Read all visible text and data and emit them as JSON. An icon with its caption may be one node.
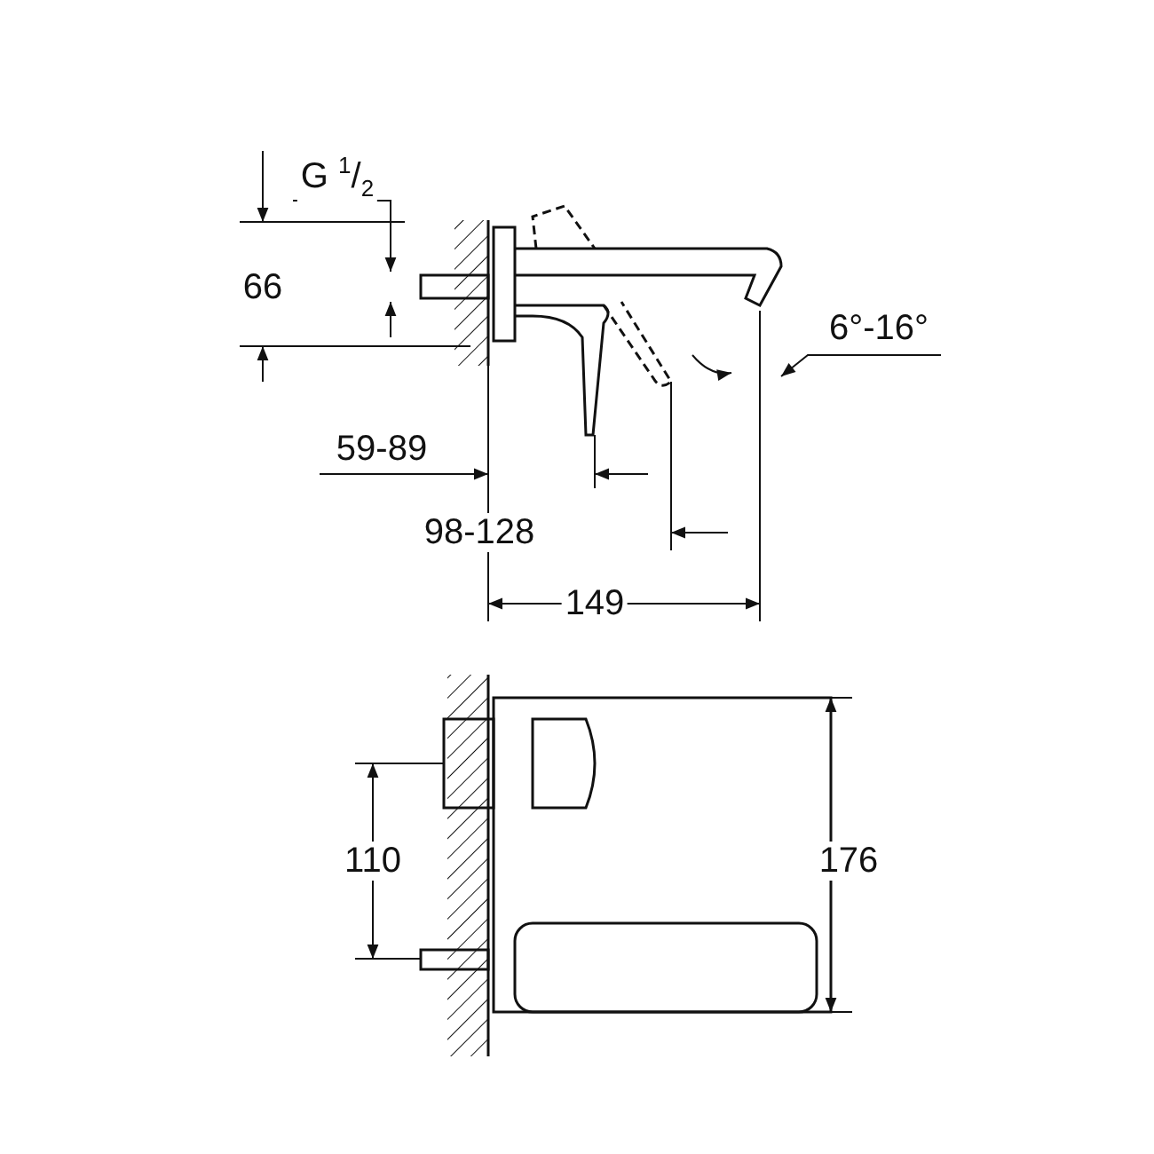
{
  "diagram": {
    "labels": [
      "G $^{1}$/$_{2}$",
      "66",
      "6°-16°",
      "59-89",
      "98-128",
      "149",
      "110",
      "176"
    ]
  }
}
